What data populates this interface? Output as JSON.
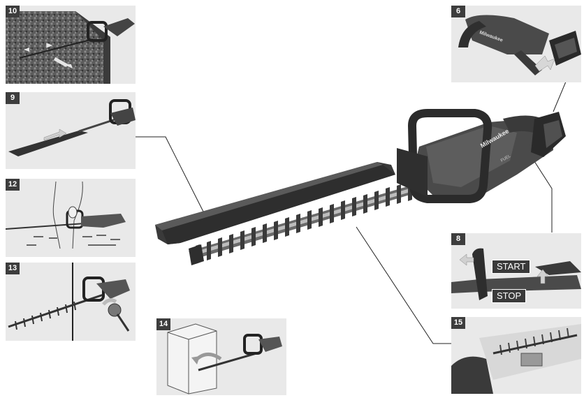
{
  "steps": {
    "step10": "10",
    "step9": "9",
    "step12": "12",
    "step13": "13",
    "step14": "14",
    "step6": "6",
    "step8": "8",
    "step15": "15"
  },
  "buttons": {
    "start": "START",
    "stop": "STOP"
  },
  "brand": "Milwaukee",
  "product_mark": "FUEL",
  "colors": {
    "panel_bg": "#e9e9e9",
    "number_badge": "#3d3d3d",
    "tool_body": "#4a4a4a",
    "tool_dark": "#2f2f2f",
    "arrow": "#cfcfcf"
  }
}
